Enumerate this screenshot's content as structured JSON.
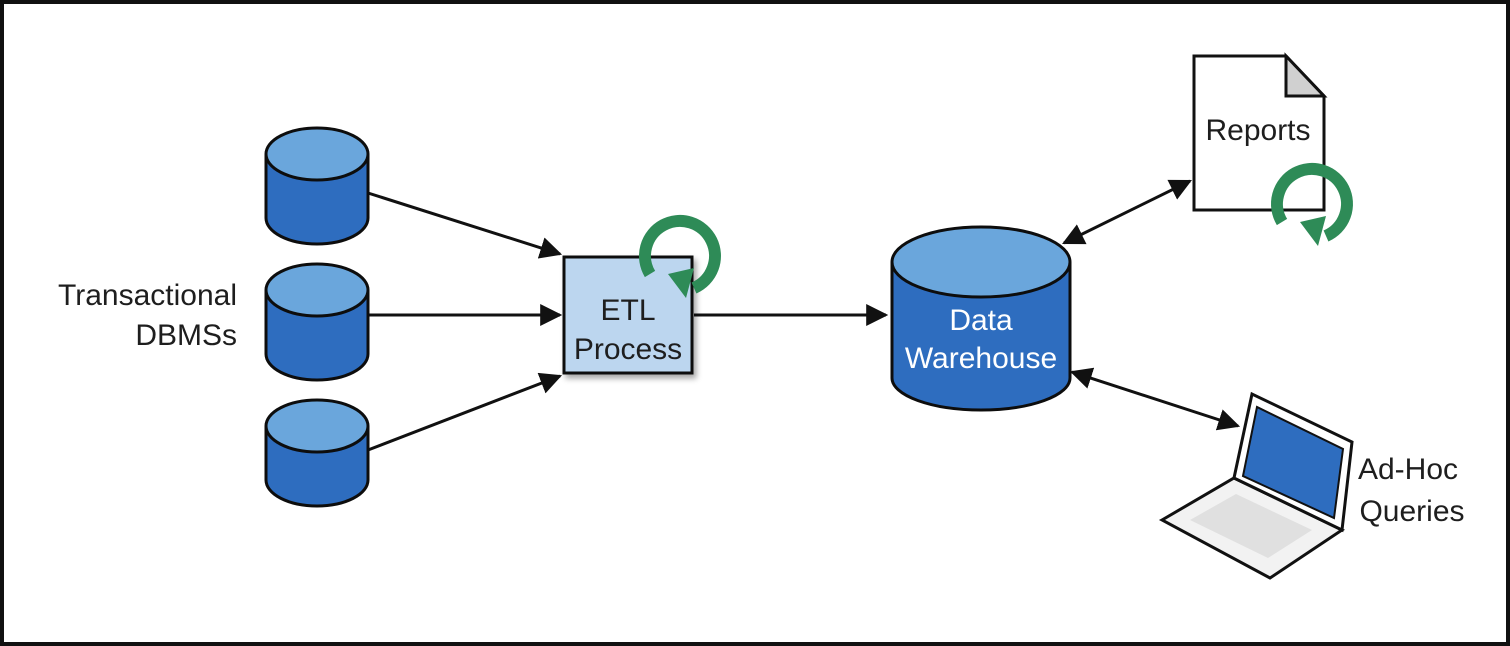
{
  "colors": {
    "db_fill": "#2e6dbf",
    "db_top": "#6aa6dc",
    "db_stroke": "#0d0d0d",
    "etl_fill": "#bcd6ef",
    "cycle_green": "#2e8b57",
    "arrow": "#111111"
  },
  "icons": [
    "database-icon",
    "refresh-cycle-icon",
    "document-icon",
    "laptop-icon"
  ],
  "sources": {
    "label_line1": "Transactional",
    "label_line2": "DBMSs"
  },
  "etl": {
    "label_line1": "ETL",
    "label_line2": "Process"
  },
  "warehouse": {
    "label_line1": "Data",
    "label_line2": "Warehouse"
  },
  "reports": {
    "label": "Reports"
  },
  "adhoc": {
    "label_line1": "Ad-Hoc",
    "label_line2": "Queries"
  }
}
